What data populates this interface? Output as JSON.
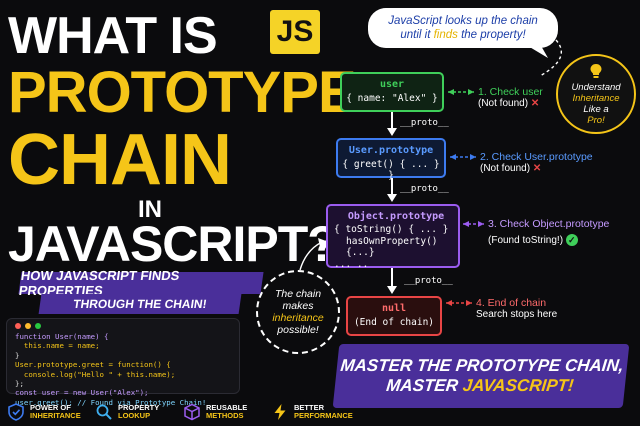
{
  "headline": {
    "what_is": "WHAT IS",
    "js_badge": "JS",
    "prototype": "PROTOTYPE",
    "chain": "CHAIN",
    "in": "IN",
    "javascript": "JAVASCRIPT?",
    "subtitle_line1": "HOW JAVASCRIPT FINDS PROPERTIES",
    "subtitle_line2": "THROUGH THE CHAIN!"
  },
  "code": {
    "lines": [
      "function User(name) {",
      "  this.name = name;",
      "}",
      "User.prototype.greet = function() {",
      "  console.log(\"Hello \" + this.name);",
      "};",
      "const user = new User(\"Alex\");",
      "user.greet(); // Found via Prototype Chain!"
    ]
  },
  "features": [
    {
      "line1": "POWER OF",
      "line2": "INHERITANCE",
      "icon": "shield-icon"
    },
    {
      "line1": "PROPERTY",
      "line2": "LOOKUP",
      "icon": "magnifier-icon"
    },
    {
      "line1": "REUSABLE",
      "line2": "METHODS",
      "icon": "cube-icon"
    },
    {
      "line1": "BETTER",
      "line2": "PERFORMANCE",
      "icon": "lightning-icon"
    }
  ],
  "bubble": {
    "line1": "JavaScript looks up the chain",
    "line2_pre": "until it ",
    "line2_hl": "finds",
    "line2_post": " the property!"
  },
  "boxes": {
    "user": {
      "title": "user",
      "body": "{ name: \"Alex\" }"
    },
    "user_proto": {
      "title": "User.prototype",
      "body": "{ greet() { ... } }"
    },
    "obj_proto": {
      "title": "Object.prototype",
      "body1": "{ toString() { ... }",
      "body2": "hasOwnProperty() {...}",
      "body3": "...             .."
    },
    "null_box": {
      "title": "null",
      "body": "(End of chain)"
    }
  },
  "proto_label": "__proto__",
  "steps": [
    {
      "title": "1. Check user",
      "sub": "(Not found)",
      "status": "cross"
    },
    {
      "title": "2. Check User.prototype",
      "sub": "(Not found)",
      "status": "cross"
    },
    {
      "title": "3. Check Object.prototype",
      "sub": "(Found toString!)",
      "status": "check"
    },
    {
      "title": "4. End of chain",
      "sub": "Search stops here",
      "status": "none"
    }
  ],
  "circle": {
    "l1": "The chain",
    "l2": "makes",
    "l3": "inheritance",
    "l4": "possible!"
  },
  "bulb": {
    "l1": "Understand",
    "l2": "Inheritance",
    "l3": "Like a",
    "l4": "Pro!"
  },
  "master": {
    "line1": "MASTER THE PROTOTYPE CHAIN,",
    "line2_pre": "MASTER ",
    "line2_hl": "JAVASCRIPT!"
  },
  "colors": {
    "yellow": "#f5c518",
    "purple": "#4a2f9a",
    "green": "#3fcf5a",
    "blue": "#3d7bf0",
    "violet": "#9b5cf0",
    "red": "#e84545"
  }
}
